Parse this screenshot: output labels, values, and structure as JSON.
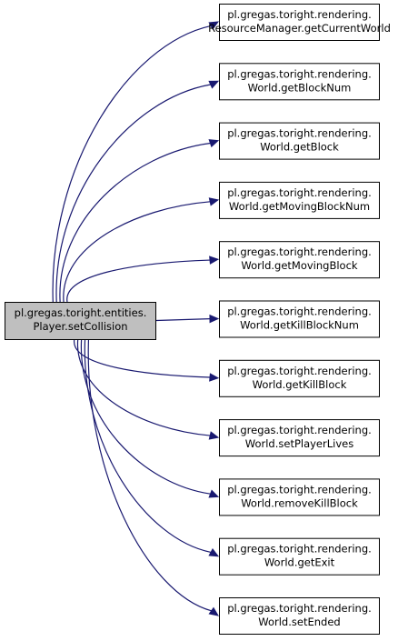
{
  "diagram": {
    "source": {
      "id": "player-setcollision",
      "line1": "pl.gregas.toright.entities.",
      "line2": "Player.setCollision"
    },
    "targets": [
      {
        "id": "resourcemanager-getcurrentworld",
        "line1": "pl.gregas.toright.rendering.",
        "line2": "ResourceManager.getCurrentWorld"
      },
      {
        "id": "world-getblocknum",
        "line1": "pl.gregas.toright.rendering.",
        "line2": "World.getBlockNum"
      },
      {
        "id": "world-getblock",
        "line1": "pl.gregas.toright.rendering.",
        "line2": "World.getBlock"
      },
      {
        "id": "world-getmovingblocknum",
        "line1": "pl.gregas.toright.rendering.",
        "line2": "World.getMovingBlockNum"
      },
      {
        "id": "world-getmovingblock",
        "line1": "pl.gregas.toright.rendering.",
        "line2": "World.getMovingBlock"
      },
      {
        "id": "world-getkillblocknum",
        "line1": "pl.gregas.toright.rendering.",
        "line2": "World.getKillBlockNum"
      },
      {
        "id": "world-getkillblock",
        "line1": "pl.gregas.toright.rendering.",
        "line2": "World.getKillBlock"
      },
      {
        "id": "world-setplayerlives",
        "line1": "pl.gregas.toright.rendering.",
        "line2": "World.setPlayerLives"
      },
      {
        "id": "world-removekillblock",
        "line1": "pl.gregas.toright.rendering.",
        "line2": "World.removeKillBlock"
      },
      {
        "id": "world-getexit",
        "line1": "pl.gregas.toright.rendering.",
        "line2": "World.getExit"
      },
      {
        "id": "world-setended",
        "line1": "pl.gregas.toright.rendering.",
        "line2": "World.setEnded"
      }
    ],
    "colors": {
      "edge": "#191970",
      "source_fill": "#bfbfbf",
      "node_fill": "#ffffff",
      "node_border": "#000000"
    }
  }
}
